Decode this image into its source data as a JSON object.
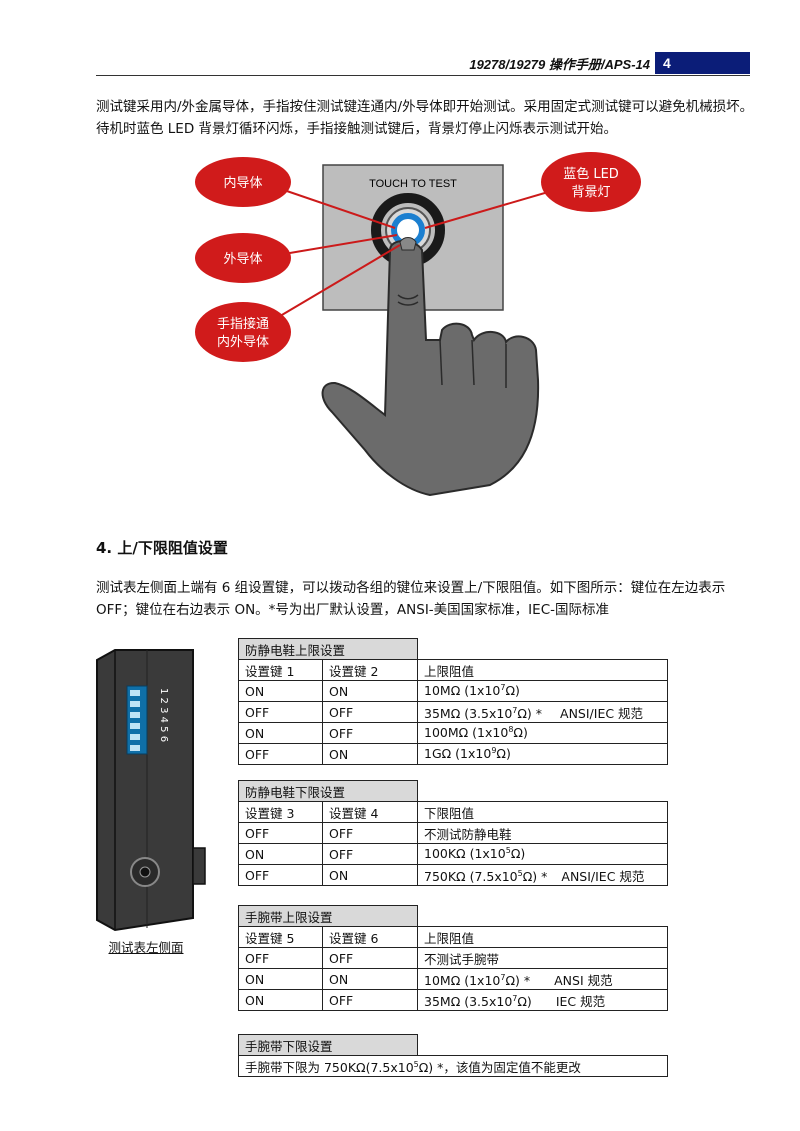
{
  "header": {
    "title": "19278/19279 操作手册/APS-14",
    "page": "4"
  },
  "intro": "测试键采用内/外金属导体，手指按住测试键连通内/外导体即开始测试。采用固定式测试键可以避免机械损坏。待机时蓝色 LED 背景灯循环闪烁，手指接触测试键后，背景灯停止闪烁表示测试开始。",
  "figure1": {
    "panel_label": "TOUCH TO TEST",
    "callout_inner": "内导体",
    "callout_outer": "外导体",
    "callout_finger_1": "手指接通",
    "callout_finger_2": "内外导体",
    "callout_led_1": "蓝色 LED",
    "callout_led_2": "背景灯"
  },
  "section": {
    "number": "4.",
    "title": "上/下限阻值设置"
  },
  "section_text": "测试表左侧面上端有 6 组设置键，可以拨动各组的键位来设置上/下限阻值。如下图所示：键位在左边表示 OFF；键位在右边表示 ON。*号为出厂默认设置，ANSI-美国国家标准，IEC-国际标准",
  "side_view": {
    "dip_numbers": "1 2 3 4 5 6",
    "caption": "测试表左侧面"
  },
  "tables": {
    "shoe_upper": {
      "title": "防静电鞋上限设置",
      "headers": [
        "设置键 1",
        "设置键 2",
        "上限阻值"
      ],
      "rows": [
        {
          "a": "ON",
          "b": "ON",
          "v": "10MΩ (1x10",
          "exp": "7",
          "v2": "Ω)",
          "note": ""
        },
        {
          "a": "OFF",
          "b": "OFF",
          "v": "35MΩ (3.5x10",
          "exp": "7",
          "v2": "Ω) *",
          "note": "ANSI/IEC 规范"
        },
        {
          "a": "ON",
          "b": "OFF",
          "v": "100MΩ (1x10",
          "exp": "8",
          "v2": "Ω)",
          "note": ""
        },
        {
          "a": "OFF",
          "b": "ON",
          "v": "1GΩ (1x10",
          "exp": "9",
          "v2": "Ω)",
          "note": ""
        }
      ]
    },
    "shoe_lower": {
      "title": "防静电鞋下限设置",
      "headers": [
        "设置键 3",
        "设置键 4",
        "下限阻值"
      ],
      "rows": [
        {
          "a": "OFF",
          "b": "OFF",
          "v": "不测试防静电鞋",
          "exp": "",
          "v2": "",
          "note": ""
        },
        {
          "a": "ON",
          "b": "OFF",
          "v": "100KΩ (1x10",
          "exp": "5",
          "v2": "Ω)",
          "note": ""
        },
        {
          "a": "OFF",
          "b": "ON",
          "v": "750KΩ (7.5x10",
          "exp": "5",
          "v2": "Ω) *",
          "note": "ANSI/IEC 规范"
        }
      ]
    },
    "wrist_upper": {
      "title": "手腕带上限设置",
      "headers": [
        "设置键 5",
        "设置键 6",
        "上限阻值"
      ],
      "rows": [
        {
          "a": "OFF",
          "b": "OFF",
          "v": "不测试手腕带",
          "exp": "",
          "v2": "",
          "note": ""
        },
        {
          "a": "ON",
          "b": "ON",
          "v": "10MΩ (1x10",
          "exp": "7",
          "v2": "Ω) *",
          "note": "ANSI 规范"
        },
        {
          "a": "ON",
          "b": "OFF",
          "v": "35MΩ (3.5x10",
          "exp": "7",
          "v2": "Ω)",
          "note": "IEC 规范"
        }
      ]
    },
    "wrist_lower": {
      "title": "手腕带下限设置",
      "text_a": "手腕带下限为 750KΩ(7.5x10",
      "exp": "5",
      "text_b": "Ω) *，该值为固定值不能更改"
    }
  }
}
